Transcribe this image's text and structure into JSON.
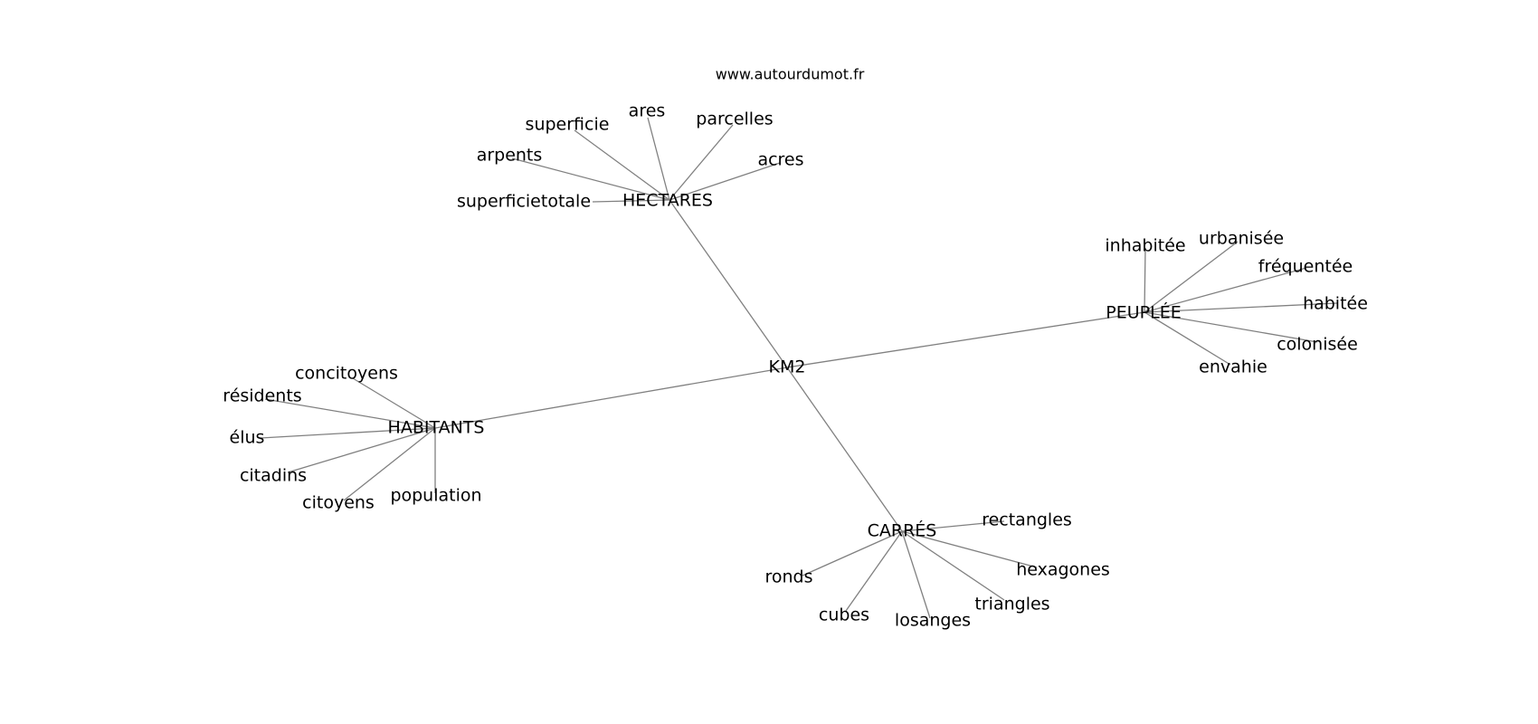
{
  "site": "www.autourdumot.fr",
  "center": "KM2",
  "hubs": [
    {
      "id": "hectares",
      "label": "HECTARES",
      "leaves": [
        "superficie",
        "ares",
        "parcelles",
        "arpents",
        "acres",
        "superficietotale"
      ]
    },
    {
      "id": "peuplee",
      "label": "PEUPLÉE",
      "leaves": [
        "inhabitée",
        "urbanisée",
        "fréquentée",
        "habitée",
        "colonisée",
        "envahie"
      ]
    },
    {
      "id": "habitants",
      "label": "HABITANTS",
      "leaves": [
        "concitoyens",
        "résidents",
        "élus",
        "citadins",
        "citoyens",
        "population"
      ]
    },
    {
      "id": "carres",
      "label": "CARRÉS",
      "leaves": [
        "rectangles",
        "hexagones",
        "ronds",
        "cubes",
        "losanges",
        "triangles"
      ]
    }
  ]
}
